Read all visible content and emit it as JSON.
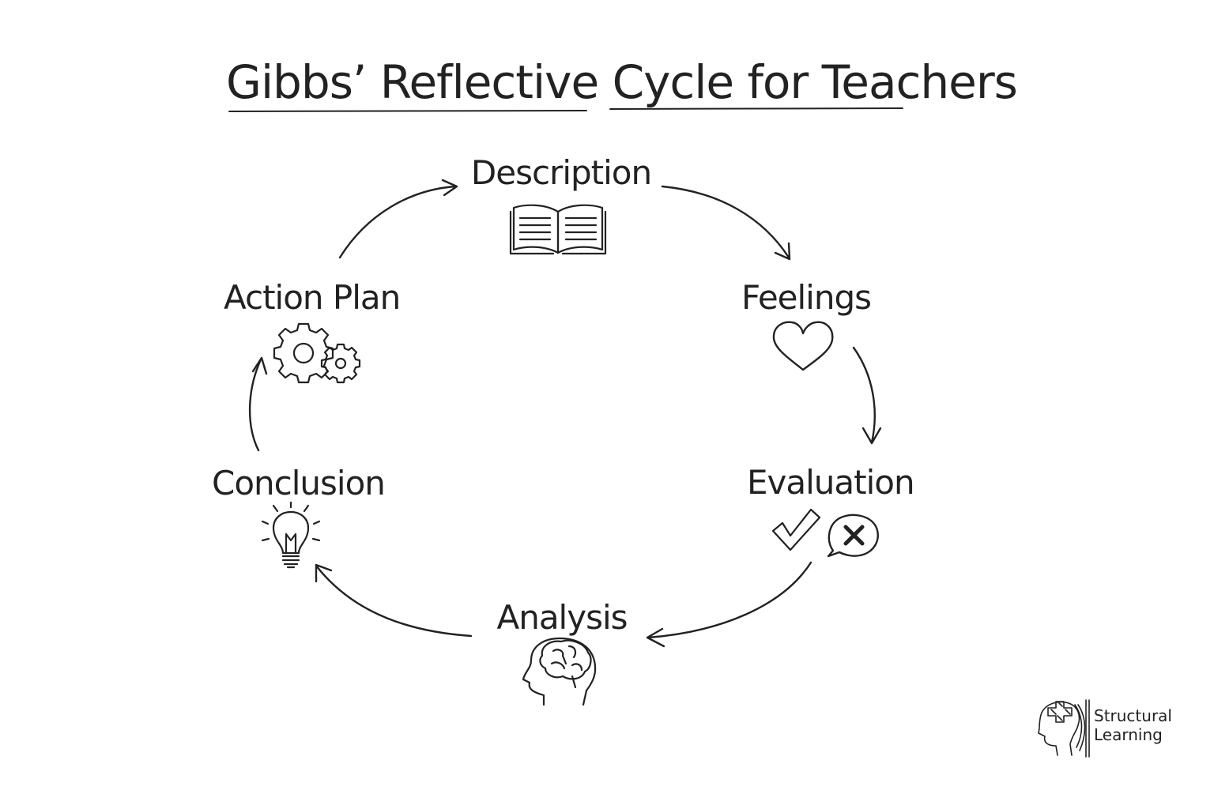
{
  "title": "Gibbs’ Reflective Cycle for Teachers",
  "stages": {
    "description": {
      "label": "Description",
      "icon": "open-book-icon"
    },
    "feelings": {
      "label": "Feelings",
      "icon": "heart-icon"
    },
    "evaluation": {
      "label": "Evaluation",
      "icon": "check-and-cross-icon"
    },
    "analysis": {
      "label": "Analysis",
      "icon": "head-brain-icon"
    },
    "conclusion": {
      "label": "Conclusion",
      "icon": "lightbulb-icon"
    },
    "action_plan": {
      "label": "Action Plan",
      "icon": "gears-icon"
    }
  },
  "brand": {
    "line1": "Structural",
    "line2": "Learning",
    "icon": "head-puzzle-logo-icon"
  },
  "colors": {
    "ink": "#222222",
    "background": "#ffffff"
  }
}
